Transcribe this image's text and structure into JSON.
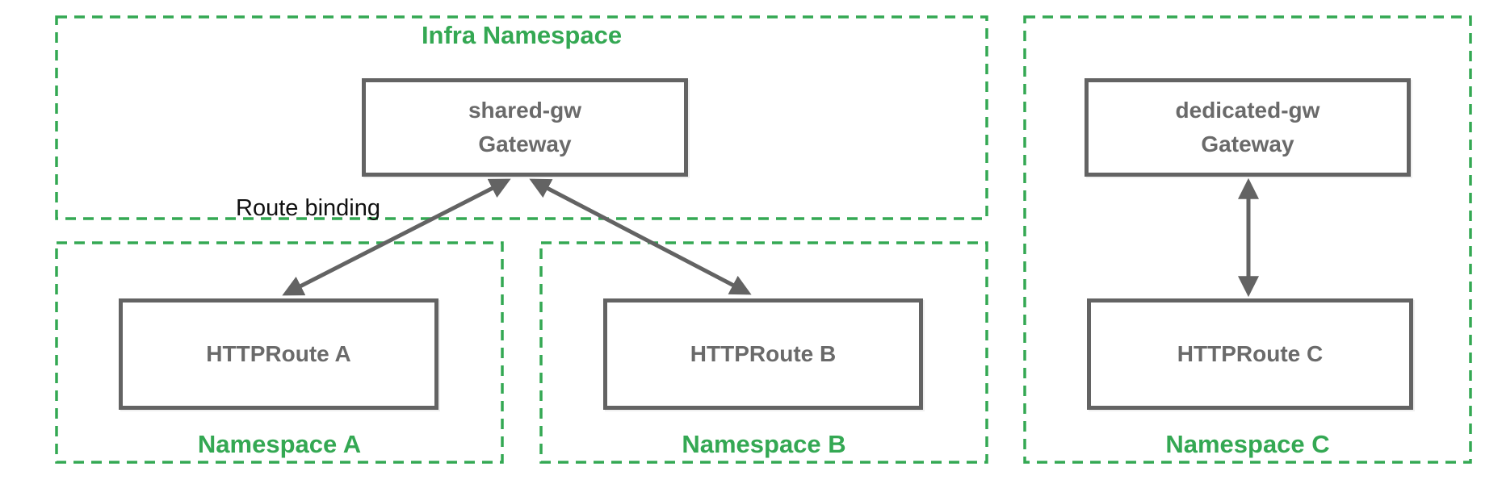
{
  "diagram": {
    "infra_namespace": {
      "label": "Infra Namespace",
      "gateway": {
        "name": "shared-gw",
        "kind": "Gateway"
      }
    },
    "namespace_a": {
      "label": "Namespace A",
      "httproute": "HTTPRoute A"
    },
    "namespace_b": {
      "label": "Namespace B",
      "httproute": "HTTPRoute B"
    },
    "namespace_c": {
      "label": "Namespace C",
      "gateway": {
        "name": "dedicated-gw",
        "kind": "Gateway"
      },
      "httproute": "HTTPRoute C"
    },
    "edge_label": "Route binding"
  },
  "colors": {
    "namespace-green": "#34a853",
    "node-border-gray": "#636363",
    "node-text-gray": "#6a6a6a",
    "edge-gray": "#636363",
    "edge-label-black": "#111111",
    "background": "#ffffff"
  }
}
